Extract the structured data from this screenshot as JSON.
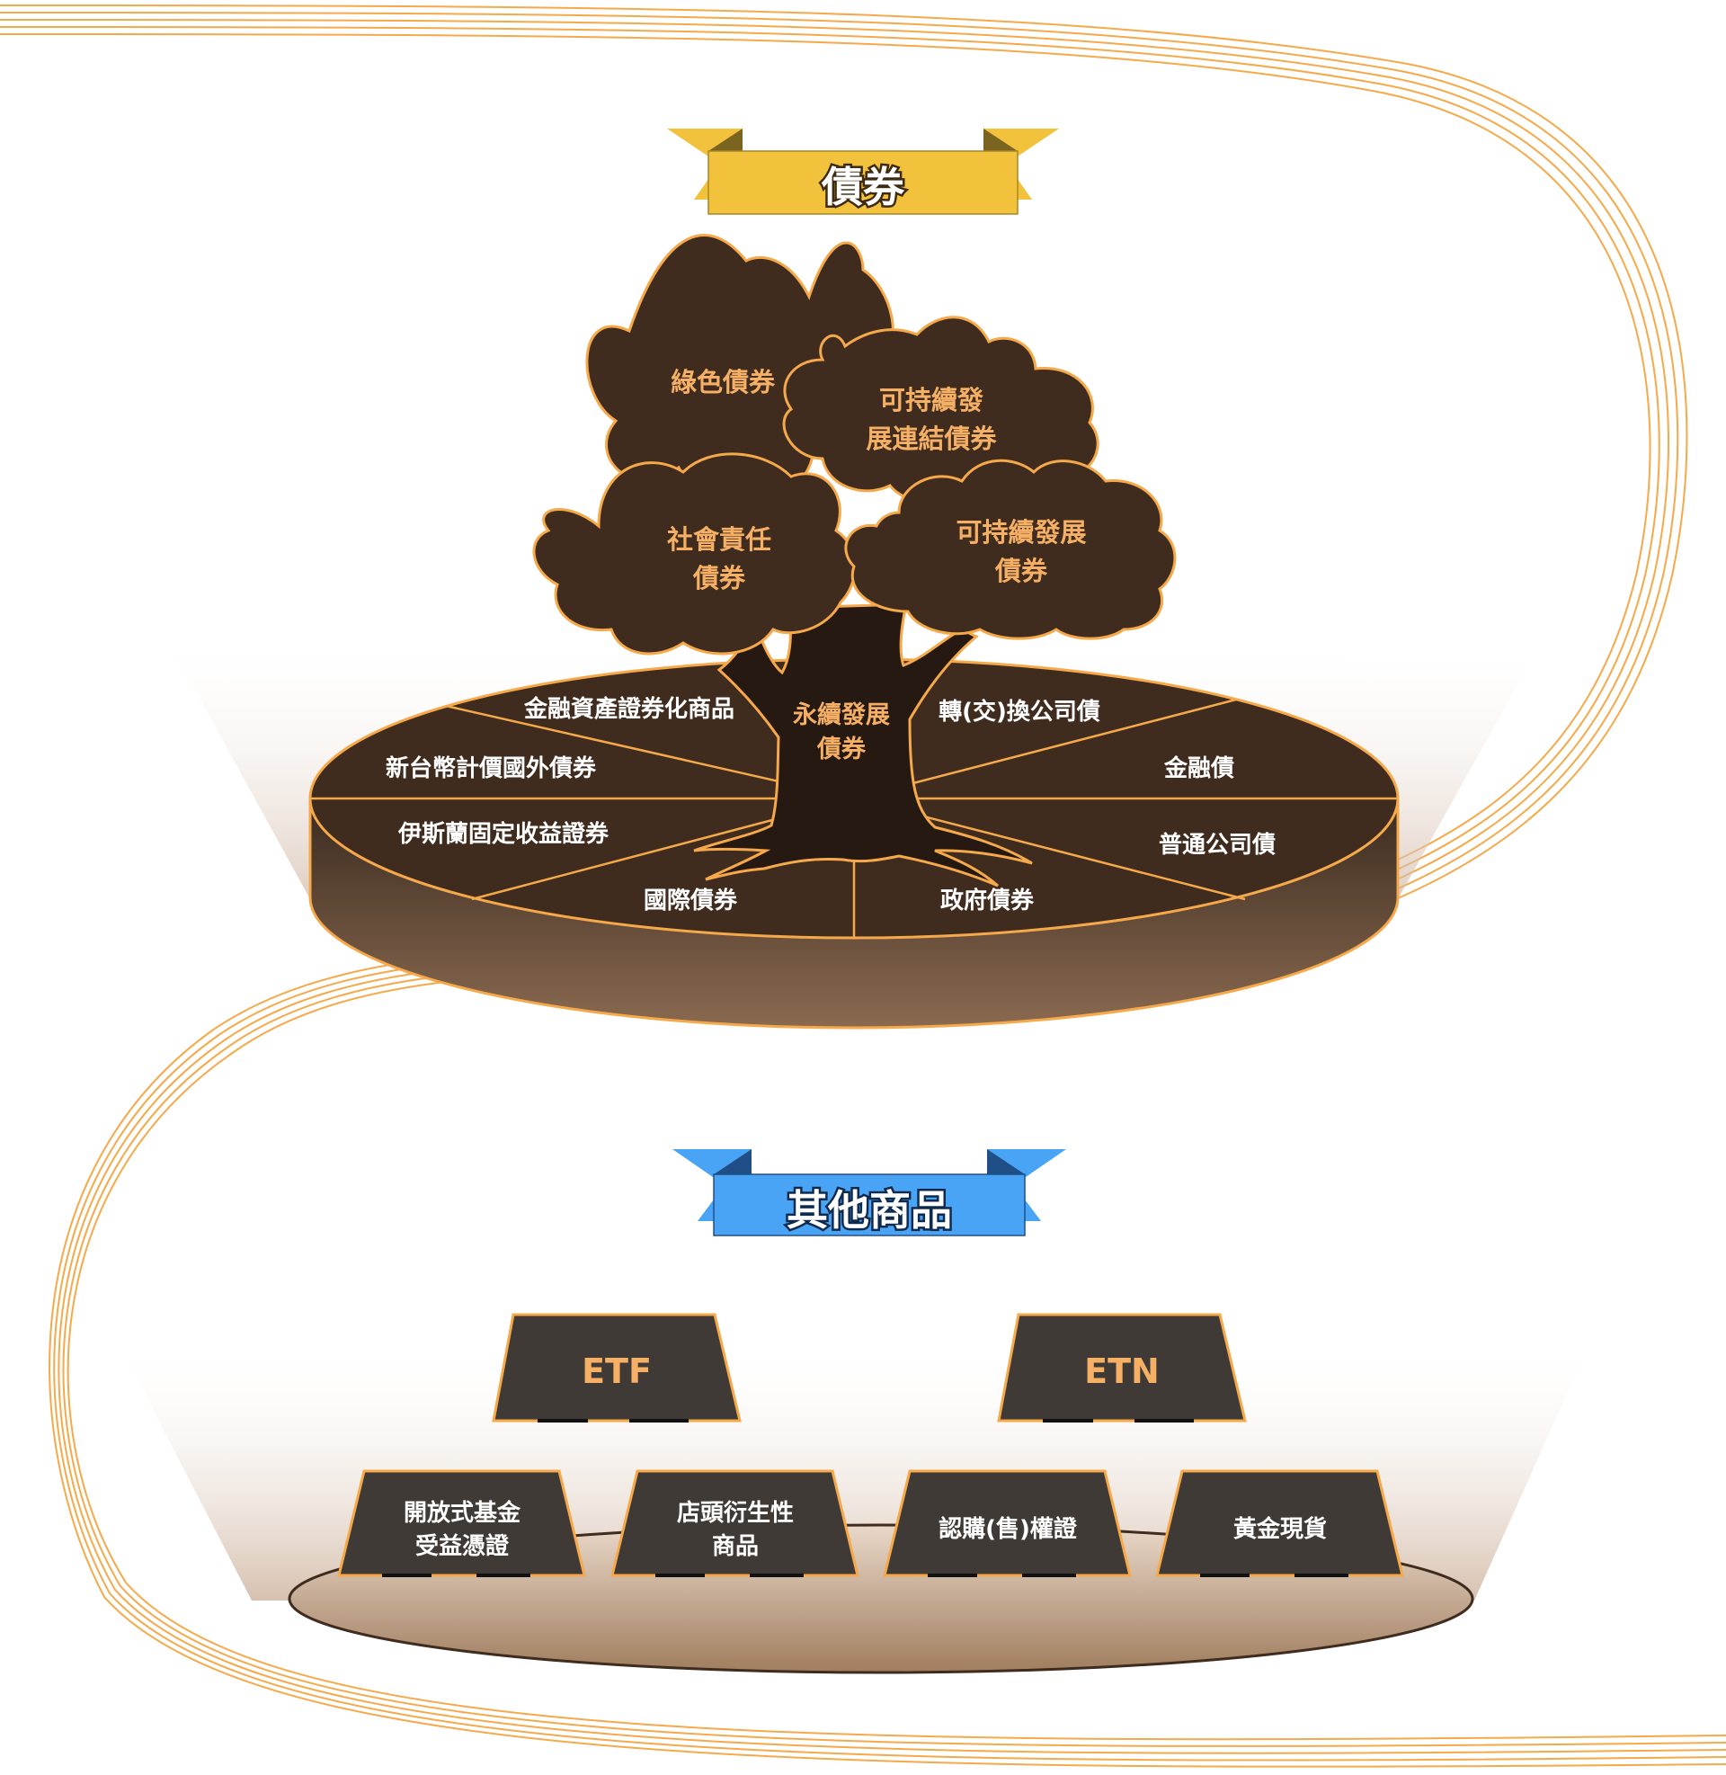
{
  "bonds": {
    "banner": "債券",
    "canopy": {
      "green": [
        "綠色債券"
      ],
      "sustainability_linked": [
        "可持續發",
        "展連結債券"
      ],
      "social": [
        "社會責任",
        "債券"
      ],
      "sustainability": [
        "可持續發展",
        "債券"
      ]
    },
    "trunk": [
      "永續發展",
      "債券"
    ],
    "pie": {
      "left": [
        "金融資產證券化商品",
        "新台幣計價國外債券",
        "伊斯蘭固定收益證券",
        "國際債券"
      ],
      "right": [
        "轉(交)換公司債",
        "金融債",
        "普通公司債",
        "政府債券"
      ]
    }
  },
  "others": {
    "banner": "其他商品",
    "top": [
      "ETF",
      "ETN"
    ],
    "bottom": [
      [
        "開放式基金",
        "受益憑證"
      ],
      [
        "店頭衍生性",
        "商品"
      ],
      [
        "認購(售)權證"
      ],
      [
        "黃金現貨"
      ]
    ]
  },
  "colors": {
    "accent_orange": "#f5a94a",
    "label_orange": "#f6b065",
    "dark_brown": "#3f2c1e",
    "trunk": "#261912",
    "banner_yellow": "#f2c23c",
    "banner_blue": "#4aa4f5",
    "box_dark": "#403a36"
  }
}
